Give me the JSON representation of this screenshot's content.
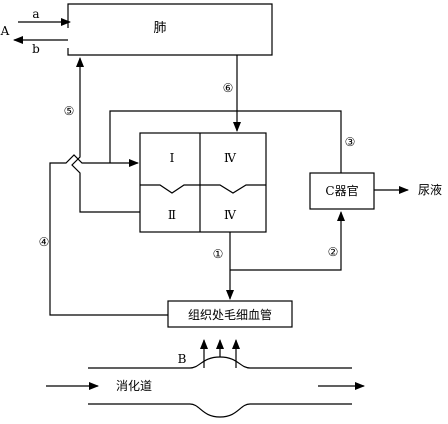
{
  "labels": {
    "lung": "肺",
    "a": "a",
    "b": "b",
    "A": "A",
    "organ_c": "C器官",
    "urine": "尿液",
    "capillary": "组织处毛细血管",
    "B": "B",
    "digestive_tract": "消化道",
    "heart_I": "Ⅰ",
    "heart_II": "Ⅱ",
    "heart_IV_top": "Ⅳ",
    "heart_IV_bottom": "Ⅳ",
    "vessel_1": "①",
    "vessel_2": "②",
    "vessel_3": "③",
    "vessel_4": "④",
    "vessel_5": "⑤",
    "vessel_6": "⑥"
  }
}
